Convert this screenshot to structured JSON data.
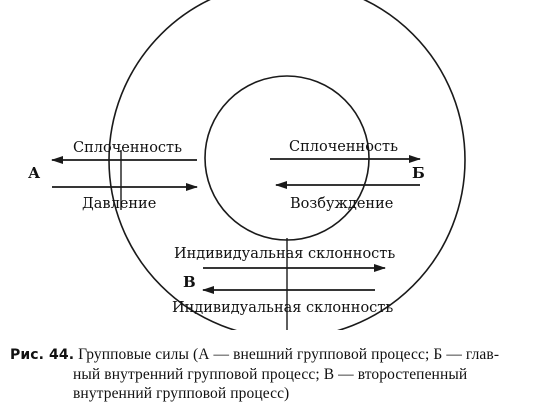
{
  "diagram": {
    "labels": {
      "outer_left_top": "Сплоченность",
      "outer_left_bottom": "Давление",
      "inner_right_top": "Сплоченность",
      "inner_right_bottom": "Возбуждение",
      "bottom_top": "Индивидуальная склонность",
      "bottom_bottom": "Индивидуальная склонность"
    },
    "letters": {
      "a": "А",
      "b": "Б",
      "v": "В"
    }
  },
  "caption": {
    "figure_number": "Рис. 44.",
    "line1": "Групповые силы (А — внешний групповой процесс; Б — глав-",
    "line2": "ный внутренний групповой процесс; В — второстепенный",
    "line3": "внутренний групповой процесс)"
  }
}
